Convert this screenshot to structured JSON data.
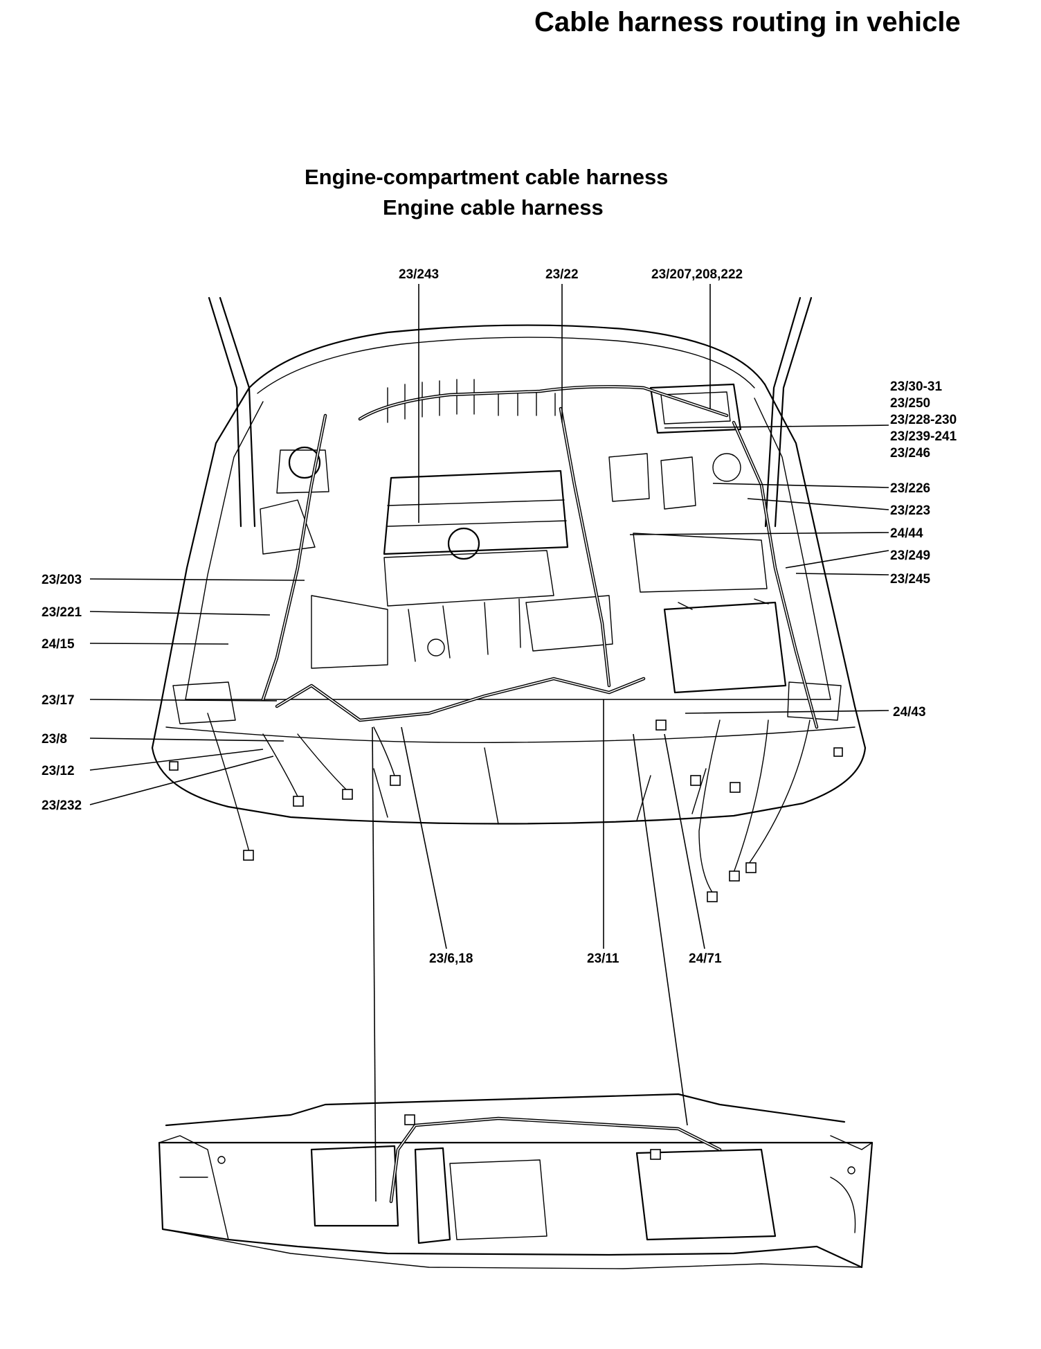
{
  "title": "Cable harness routing in vehicle",
  "subtitle_1": "Engine-compartment cable harness",
  "subtitle_2": "Engine cable harness",
  "callouts": {
    "top": [
      "23/243",
      "23/22",
      "23/207,208,222"
    ],
    "right": [
      "23/30-31",
      "23/250",
      "23/228-230",
      "23/239-241",
      "23/246",
      "23/226",
      "23/223",
      "24/44",
      "23/249",
      "23/245",
      "24/43"
    ],
    "left": [
      "23/203",
      "23/221",
      "24/15",
      "23/17",
      "23/8",
      "23/12",
      "23/232"
    ],
    "bottom": [
      "23/6,18",
      "23/11",
      "24/71"
    ]
  }
}
